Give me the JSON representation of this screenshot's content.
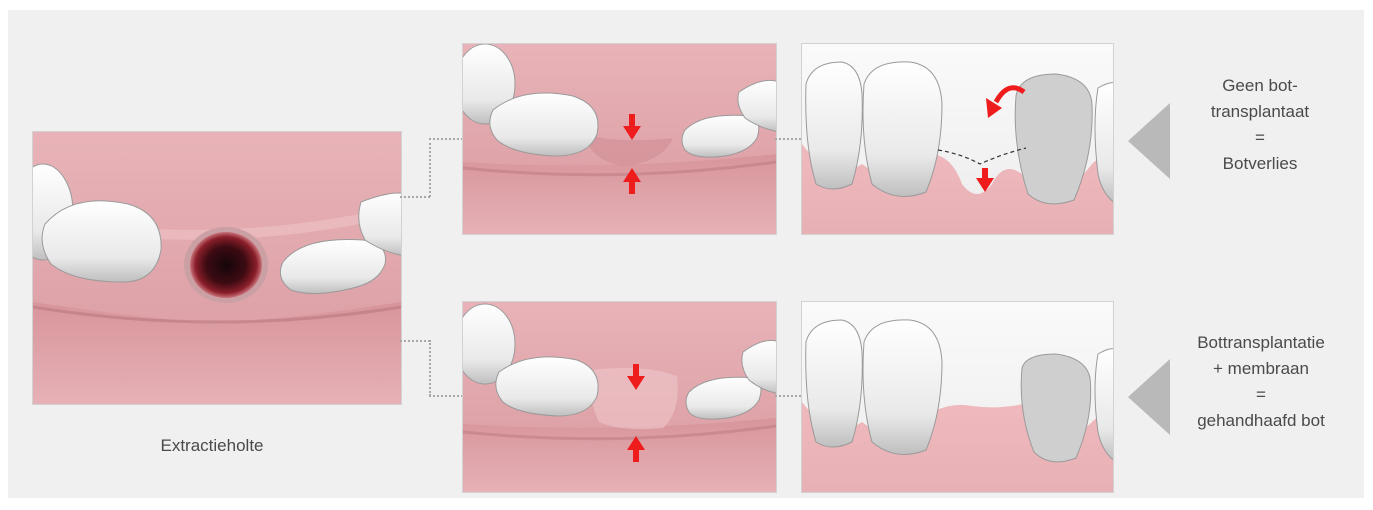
{
  "captions": {
    "extraction": "Extractieholte",
    "top_result": [
      "Geen bot-",
      "transplantaat",
      "=",
      "Botverlies"
    ],
    "bottom_result": [
      "Bottransplantatie",
      "+ membraan",
      "=",
      "gehandhaafd bot"
    ]
  },
  "colors": {
    "background": "#f0f0f0",
    "gum": "#e3a9ae",
    "gum_dark": "#c98f95",
    "tooth": "#f4f4f4",
    "socket": "#3a0c10",
    "arrow": "#ee1c1c",
    "pointer": "#b9b9b9",
    "connector": "#a8a8a8"
  },
  "icons": [
    "red-down-arrow-icon",
    "red-up-arrow-icon",
    "red-curved-arrow-icon",
    "grey-triangle-pointer-icon"
  ]
}
